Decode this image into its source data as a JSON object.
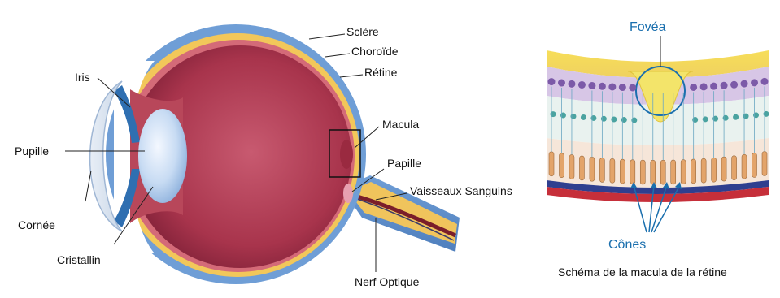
{
  "eye_labels": {
    "sclere": "Sclère",
    "choroide": "Choroïde",
    "retine": "Rétine",
    "iris": "Iris",
    "pupille": "Pupille",
    "cornee": "Cornée",
    "cristallin": "Cristallin",
    "macula": "Macula",
    "papille": "Papille",
    "vaisseaux": "Vaisseaux Sanguins",
    "nerf": "Nerf Optique"
  },
  "macula_labels": {
    "fovea": "Fovéa",
    "cones": "Cônes",
    "caption": "Schéma de la macula de la rétine"
  },
  "colors": {
    "sclera_blue": "#6f9ed6",
    "choroid_yellow": "#f2c75a",
    "vitreous_red": "#b23a52",
    "fovea_yellow": "#f3e46a",
    "accent_blue": "#1a6fae"
  }
}
